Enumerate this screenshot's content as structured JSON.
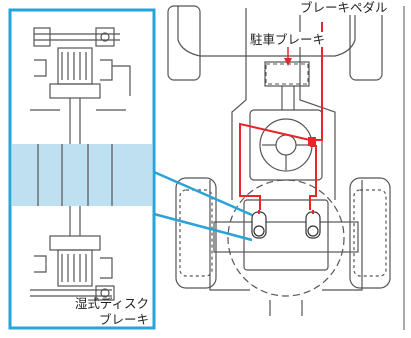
{
  "labels": {
    "brake_pedal": "ブレーキペダル",
    "parking_brake": "駐車ブレーキ",
    "wet_disc_brake_line1": "湿式ディスク",
    "wet_disc_brake_line2": "ブレーキ"
  },
  "colors": {
    "callout_frame": "#2aa3d8",
    "brake_line": "#e5262a",
    "disc_band": "#bfe0f1",
    "line_art": "#555555"
  }
}
